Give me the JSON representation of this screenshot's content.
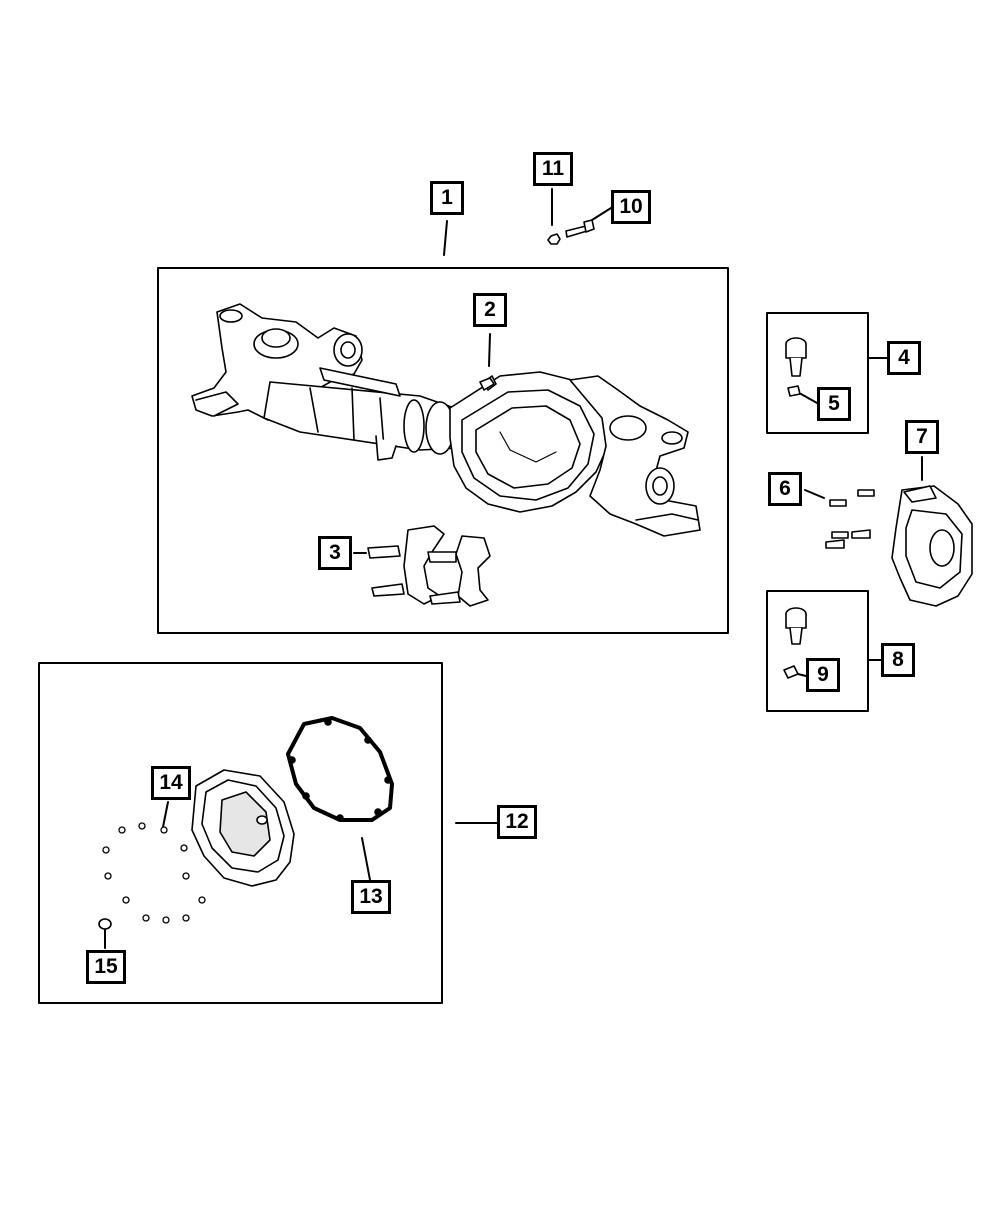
{
  "callouts": [
    {
      "id": 1,
      "label": "1"
    },
    {
      "id": 2,
      "label": "2"
    },
    {
      "id": 3,
      "label": "3"
    },
    {
      "id": 4,
      "label": "4"
    },
    {
      "id": 5,
      "label": "5"
    },
    {
      "id": 6,
      "label": "6"
    },
    {
      "id": 7,
      "label": "7"
    },
    {
      "id": 8,
      "label": "8"
    },
    {
      "id": 9,
      "label": "9"
    },
    {
      "id": 10,
      "label": "10"
    },
    {
      "id": 11,
      "label": "11"
    },
    {
      "id": 12,
      "label": "12"
    },
    {
      "id": 13,
      "label": "13"
    },
    {
      "id": 14,
      "label": "14"
    },
    {
      "id": 15,
      "label": "15"
    }
  ],
  "colors": {
    "line": "#000000",
    "part_fill": "#ffffff",
    "shade": "#d9d9d9"
  }
}
